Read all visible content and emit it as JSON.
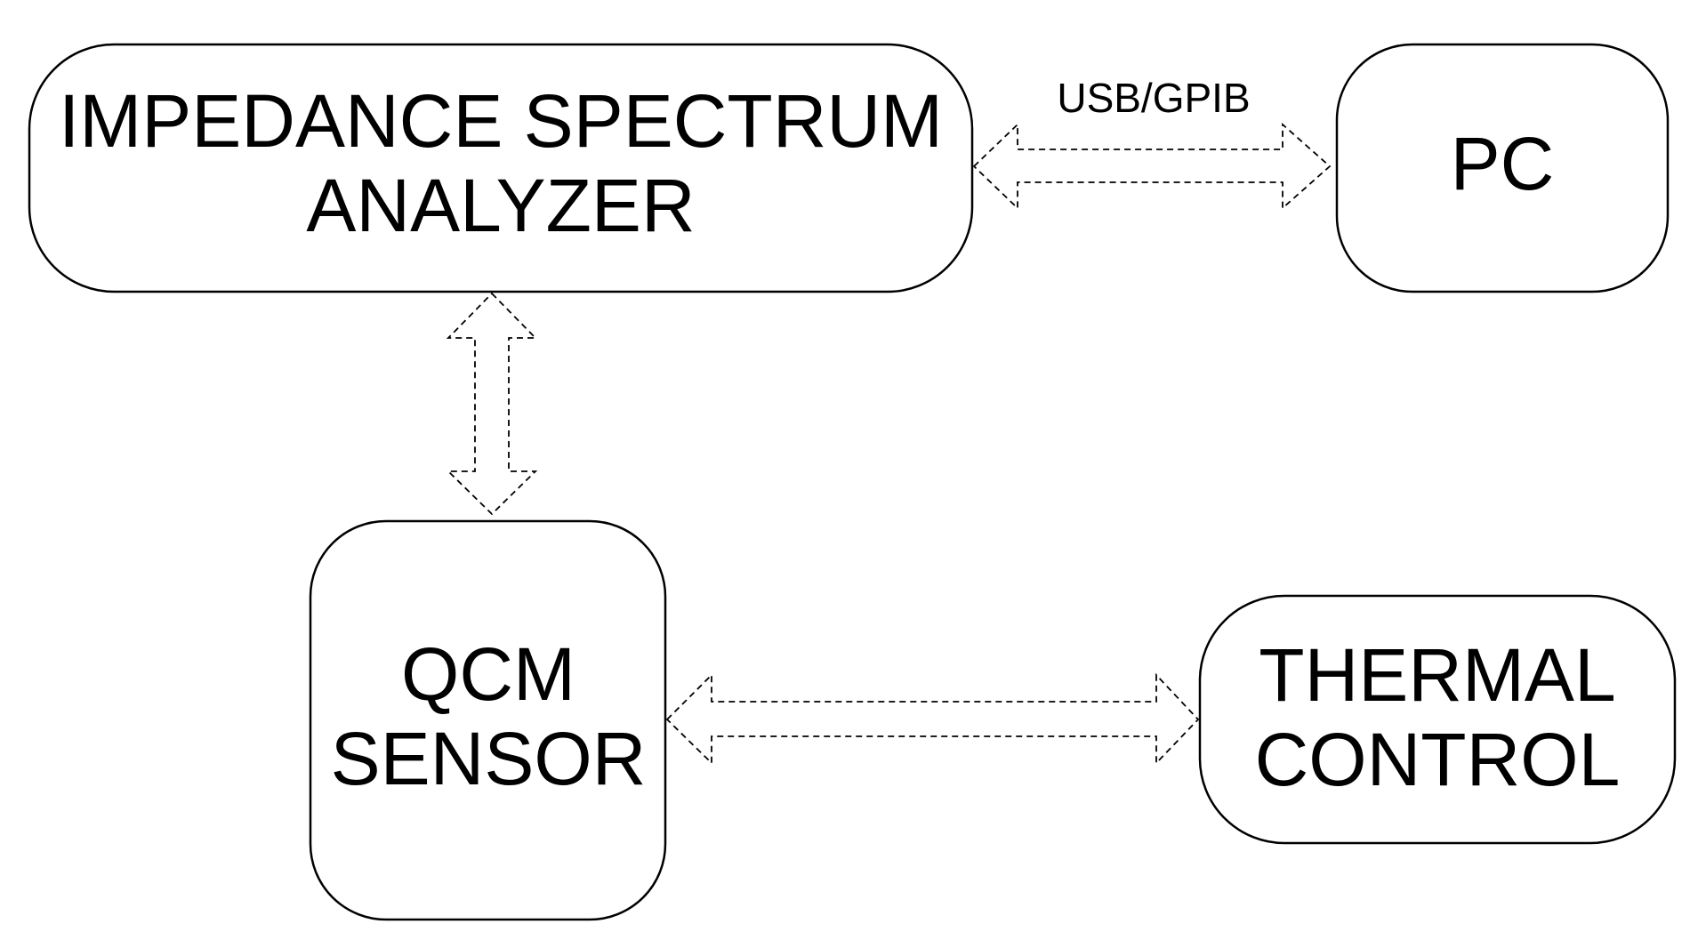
{
  "diagram": {
    "nodes": {
      "analyzer": {
        "line1": "IMPEDANCE SPECTRUM",
        "line2": "ANALYZER"
      },
      "pc": {
        "line1": "PC"
      },
      "qcm": {
        "line1": "QCM",
        "line2": "SENSOR"
      },
      "thermal": {
        "line1": "THERMAL",
        "line2": "CONTROL"
      }
    },
    "edges": {
      "analyzer_pc": {
        "label": "USB/GPIB",
        "direction": "bidirectional",
        "style": "dashed-hollow"
      },
      "analyzer_qcm": {
        "direction": "bidirectional",
        "style": "dashed-hollow"
      },
      "qcm_thermal": {
        "direction": "bidirectional",
        "style": "dashed-hollow"
      }
    },
    "colors": {
      "stroke": "#000000",
      "background": "#ffffff"
    }
  }
}
